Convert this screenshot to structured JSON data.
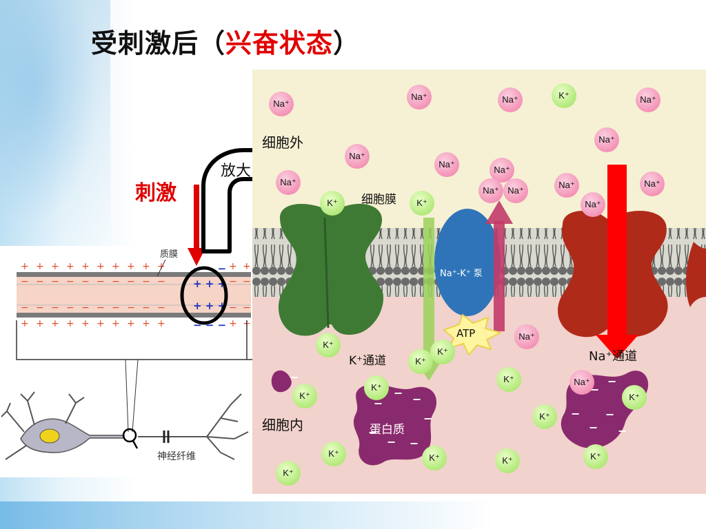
{
  "title": {
    "prefix": "受刺激后（",
    "highlight": "兴奋状态",
    "suffix": "）"
  },
  "labels": {
    "stimulus": "刺激",
    "amplify": "放大",
    "membrane_small": "质膜",
    "nerve_fiber": "神经纤维",
    "outside_cell": "细胞外",
    "inside_cell": "细胞内",
    "cell_membrane": "细胞膜",
    "k_channel": "K⁺通道",
    "na_channel": "Na⁺通道",
    "pump": "Na⁺-K⁺ 泵",
    "atp": "ATP",
    "protein": "蛋白质"
  },
  "ions": {
    "na": "Na⁺",
    "k": "K⁺"
  },
  "colors": {
    "title_highlight": "#e00000",
    "stimulus": "#e00000",
    "outside_fluid": "#f6f1d4",
    "inside_fluid": "#f2d2cc",
    "k_channel": "#3f7a35",
    "na_channel": "#b02a1a",
    "pump": "#2f74b8",
    "protein": "#8a2a6e",
    "na_ion": "#f07aa5",
    "k_ion": "#9be05a"
  },
  "icons": [
    "stimulus-arrow",
    "amplify-arrow",
    "magnifier-circle",
    "neuron",
    "atp-burst"
  ]
}
